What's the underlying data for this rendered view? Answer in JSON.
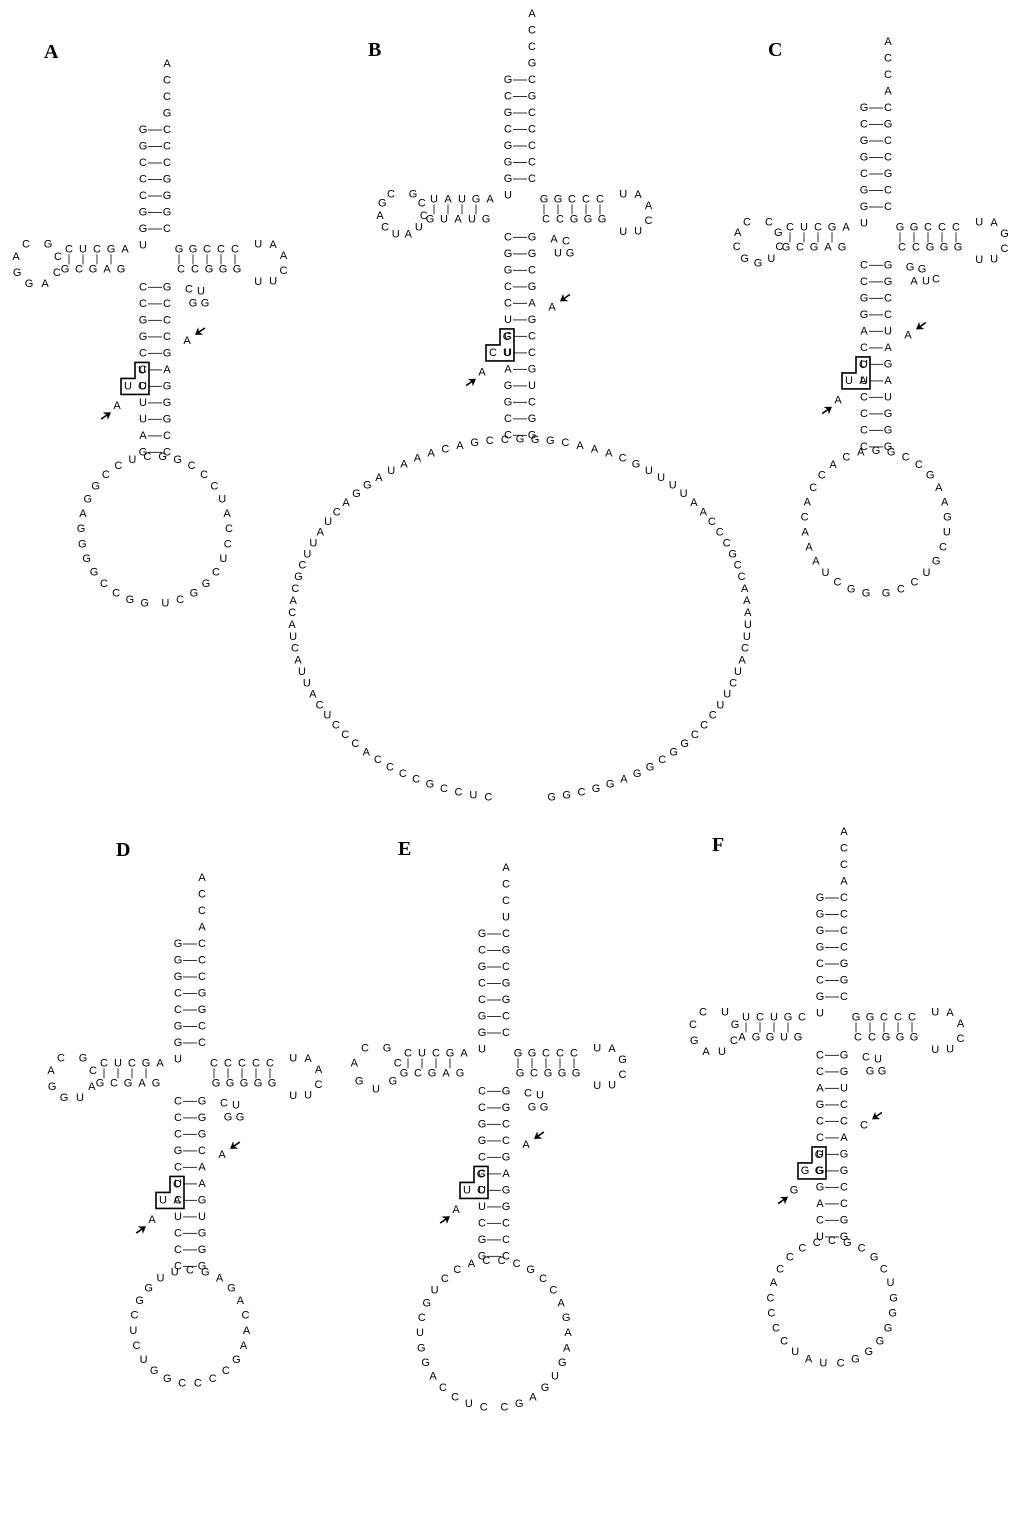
{
  "panels": [
    {
      "id": "A",
      "label": "A",
      "accept": [
        "A",
        "C",
        "C",
        "G"
      ],
      "stem5": [
        "G",
        "G",
        "C",
        "C",
        "C",
        "G",
        "G"
      ],
      "stem3": [
        "C",
        "C",
        "C",
        "G",
        "G",
        "G",
        "C"
      ],
      "disc": "U",
      "darm5": [
        "A",
        "G",
        "C",
        "U",
        "C"
      ],
      "darm3": [
        "G",
        "C",
        "G",
        "A",
        "G"
      ],
      "dloop": [
        "C",
        "A",
        "G",
        "G",
        "A",
        "C",
        "C",
        "G"
      ],
      "tarm5": [
        "G",
        "G",
        "C",
        "C",
        "C"
      ],
      "tarm3": [
        "G",
        "G",
        "G",
        "C",
        "C"
      ],
      "tloop": [
        "U",
        "A",
        "A",
        "C",
        "U",
        "U"
      ],
      "varloop": [
        "C",
        "U",
        "G",
        "G"
      ],
      "acstem5": [
        "C",
        "C",
        "G",
        "G",
        "C",
        "C",
        "U",
        "U",
        "U",
        "A",
        "G"
      ],
      "acstem3": [
        "G",
        "C",
        "C",
        "C",
        "G",
        "A",
        "G",
        "G",
        "G",
        "C",
        "C"
      ],
      "acloop": [
        "G",
        "G",
        "C",
        "C",
        "G",
        "G",
        "G",
        "G",
        "A",
        "G",
        "G",
        "C",
        "C",
        "U",
        "C",
        "G",
        "G",
        "C",
        "C",
        "C",
        "U",
        "A",
        "C",
        "C",
        "U",
        "C",
        "G",
        "G",
        "C",
        "U"
      ],
      "box": [
        "U",
        "U",
        "C"
      ],
      "arrows": [
        "A",
        "A"
      ]
    },
    {
      "id": "B",
      "label": "B",
      "accept": [
        "A",
        "C",
        "C",
        "G"
      ],
      "stem5": [
        "G",
        "C",
        "G",
        "C",
        "G",
        "G",
        "G"
      ],
      "stem3": [
        "C",
        "G",
        "C",
        "C",
        "C",
        "C",
        "C"
      ],
      "disc": "U",
      "darm5": [
        "A",
        "G",
        "U",
        "A",
        "U"
      ],
      "darm3": [
        "G",
        "U",
        "A",
        "U",
        "G"
      ],
      "dloop": [
        "C",
        "G",
        "A",
        "C",
        "U",
        "A",
        "U",
        "C",
        "C",
        "G"
      ],
      "tarm5": [
        "G",
        "G",
        "C",
        "C",
        "C"
      ],
      "tarm3": [
        "G",
        "G",
        "G",
        "C",
        "C"
      ],
      "tloop": [
        "U",
        "A",
        "A",
        "C",
        "U",
        "U"
      ],
      "varloop": [
        "A",
        "C",
        "U",
        "G"
      ],
      "acstem5": [
        "C",
        "G",
        "G",
        "C",
        "C",
        "U",
        "C",
        "U",
        "A",
        "G",
        "G",
        "C",
        "C"
      ],
      "acstem3": [
        "G",
        "G",
        "C",
        "G",
        "A",
        "G",
        "C",
        "C",
        "G",
        "U",
        "C",
        "G",
        "G"
      ],
      "acloop": [
        "C",
        "U",
        "C",
        "C",
        "G",
        "C",
        "C",
        "C",
        "C",
        "A",
        "C",
        "C",
        "C",
        "U",
        "C",
        "A",
        "U",
        "U",
        "A",
        "C",
        "U",
        "A",
        "C",
        "A",
        "C",
        "G",
        "C",
        "U",
        "U",
        "A",
        "U",
        "C",
        "A",
        "G",
        "G",
        "A",
        "U",
        "A",
        "A",
        "A",
        "C",
        "A",
        "G",
        "C",
        "C",
        "G",
        "G",
        "G",
        "C",
        "A",
        "A",
        "A",
        "C",
        "G",
        "U",
        "U",
        "U",
        "U",
        "A",
        "A",
        "C",
        "C",
        "C",
        "G",
        "C",
        "C",
        "A",
        "A",
        "A",
        "U",
        "U",
        "C",
        "A",
        "U",
        "C",
        "U",
        "U",
        "C",
        "C",
        "C",
        "G",
        "G",
        "C",
        "G",
        "G",
        "A",
        "G",
        "G",
        "C",
        "G",
        "G"
      ],
      "box": [
        "G",
        "C",
        "U"
      ],
      "arrows": [
        "A",
        "A"
      ]
    },
    {
      "id": "C",
      "label": "C",
      "accept": [
        "A",
        "C",
        "C",
        "A"
      ],
      "stem5": [
        "G",
        "C",
        "G",
        "G",
        "C",
        "G",
        "G"
      ],
      "stem3": [
        "C",
        "G",
        "C",
        "C",
        "G",
        "C",
        "C"
      ],
      "disc": "U",
      "darm5": [
        "A",
        "G",
        "C",
        "U",
        "C"
      ],
      "darm3": [
        "G",
        "C",
        "G",
        "A",
        "G"
      ],
      "dloop": [
        "C",
        "A",
        "C",
        "G",
        "G",
        "U",
        "C",
        "G",
        "C"
      ],
      "tarm5": [
        "G",
        "G",
        "C",
        "C",
        "C"
      ],
      "tarm3": [
        "G",
        "G",
        "G",
        "C",
        "C"
      ],
      "tloop": [
        "U",
        "A",
        "G",
        "C",
        "U",
        "U"
      ],
      "varloop": [
        "G",
        "G",
        "A",
        "U",
        "C"
      ],
      "acstem5": [
        "C",
        "C",
        "G",
        "G",
        "A",
        "C",
        "U",
        "U",
        "C",
        "C",
        "C",
        "C"
      ],
      "acstem3": [
        "G",
        "G",
        "C",
        "C",
        "U",
        "A",
        "G",
        "A",
        "U",
        "G",
        "G",
        "G"
      ],
      "acloop": [
        "G",
        "G",
        "C",
        "U",
        "A",
        "A",
        "A",
        "C",
        "A",
        "C",
        "C",
        "A",
        "C",
        "A",
        "G",
        "G",
        "C",
        "C",
        "G",
        "A",
        "A",
        "G",
        "U",
        "C",
        "G",
        "U",
        "C",
        "C",
        "G"
      ],
      "box": [
        "C",
        "U",
        "A"
      ],
      "arrows": [
        "A",
        "A"
      ]
    },
    {
      "id": "D",
      "label": "D",
      "accept": [
        "A",
        "C",
        "C",
        "A"
      ],
      "stem5": [
        "G",
        "G",
        "G",
        "C",
        "C",
        "G",
        "G"
      ],
      "stem3": [
        "C",
        "C",
        "C",
        "G",
        "G",
        "C",
        "C"
      ],
      "disc": "U",
      "darm5": [
        "A",
        "G",
        "C",
        "U",
        "C"
      ],
      "darm3": [
        "G",
        "C",
        "G",
        "A",
        "G"
      ],
      "dloop": [
        "C",
        "A",
        "G",
        "G",
        "U",
        "A",
        "C",
        "G"
      ],
      "tarm5": [
        "C",
        "C",
        "C",
        "C",
        "C"
      ],
      "tarm3": [
        "G",
        "G",
        "G",
        "G",
        "G"
      ],
      "tloop": [
        "U",
        "A",
        "A",
        "C",
        "U",
        "U"
      ],
      "varloop": [
        "C",
        "U",
        "G",
        "G"
      ],
      "acstem5": [
        "C",
        "C",
        "C",
        "G",
        "C",
        "U",
        "C",
        "U",
        "C",
        "C",
        "C"
      ],
      "acstem3": [
        "G",
        "G",
        "G",
        "C",
        "A",
        "A",
        "G",
        "U",
        "G",
        "G",
        "G"
      ],
      "acloop": [
        "C",
        "G",
        "G",
        "U",
        "C",
        "U",
        "C",
        "G",
        "G",
        "U",
        "U",
        "C",
        "G",
        "A",
        "G",
        "A",
        "C",
        "A",
        "A",
        "G",
        "C",
        "C",
        "C"
      ],
      "box": [
        "C",
        "U",
        "A"
      ],
      "arrows": [
        "A",
        "A"
      ]
    },
    {
      "id": "E",
      "label": "E",
      "accept": [
        "A",
        "C",
        "C",
        "U"
      ],
      "stem5": [
        "G",
        "C",
        "G",
        "C",
        "C",
        "G",
        "G"
      ],
      "stem3": [
        "C",
        "G",
        "C",
        "G",
        "G",
        "C",
        "C"
      ],
      "disc": "U",
      "darm5": [
        "A",
        "G",
        "C",
        "U",
        "C"
      ],
      "darm3": [
        "G",
        "C",
        "G",
        "A",
        "G"
      ],
      "dloop": [
        "C",
        "A",
        "G",
        "U",
        "G",
        "C",
        "G"
      ],
      "tarm5": [
        "G",
        "G",
        "C",
        "C",
        "C"
      ],
      "tarm3": [
        "G",
        "G",
        "G",
        "C",
        "G"
      ],
      "tloop": [
        "U",
        "A",
        "G",
        "C",
        "U",
        "U"
      ],
      "varloop": [
        "C",
        "U",
        "G",
        "G"
      ],
      "acstem5": [
        "C",
        "C",
        "G",
        "G",
        "C",
        "C",
        "U",
        "U",
        "C",
        "G",
        "G"
      ],
      "acstem3": [
        "G",
        "G",
        "C",
        "C",
        "G",
        "A",
        "G",
        "G",
        "C",
        "C",
        "C"
      ],
      "acloop": [
        "C",
        "U",
        "C",
        "C",
        "A",
        "G",
        "G",
        "U",
        "C",
        "G",
        "U",
        "C",
        "C",
        "A",
        "C",
        "C",
        "C",
        "G",
        "C",
        "C",
        "A",
        "G",
        "A",
        "A",
        "G",
        "U",
        "G",
        "A",
        "G",
        "C"
      ],
      "box": [
        "G",
        "U",
        "C"
      ],
      "arrows": [
        "A",
        "A"
      ]
    },
    {
      "id": "F",
      "label": "F",
      "accept": [
        "A",
        "C",
        "C",
        "A"
      ],
      "stem5": [
        "G",
        "G",
        "G",
        "G",
        "C",
        "C",
        "G"
      ],
      "stem3": [
        "C",
        "C",
        "C",
        "C",
        "G",
        "G",
        "C"
      ],
      "disc": "U",
      "darm5": [
        "C",
        "G",
        "U",
        "C",
        "U"
      ],
      "darm3": [
        "A",
        "G",
        "G",
        "U",
        "G"
      ],
      "dloop": [
        "C",
        "C",
        "G",
        "A",
        "U",
        "C",
        "G",
        "U"
      ],
      "tarm5": [
        "G",
        "G",
        "C",
        "C",
        "C"
      ],
      "tarm3": [
        "G",
        "G",
        "G",
        "C",
        "C"
      ],
      "tloop": [
        "U",
        "A",
        "A",
        "C",
        "U",
        "U"
      ],
      "varloop": [
        "C",
        "U",
        "G",
        "G"
      ],
      "acstem5": [
        "C",
        "C",
        "A",
        "G",
        "C",
        "C",
        "U",
        "G",
        "G",
        "A",
        "C",
        "U"
      ],
      "acstem3": [
        "G",
        "G",
        "U",
        "C",
        "C",
        "A",
        "G",
        "G",
        "C",
        "C",
        "G",
        "G"
      ],
      "acloop": [
        "U",
        "A",
        "U",
        "C",
        "C",
        "C",
        "C",
        "A",
        "C",
        "C",
        "C",
        "C",
        "C",
        "G",
        "C",
        "G",
        "C",
        "U",
        "G",
        "G",
        "G",
        "G",
        "G",
        "G",
        "C"
      ],
      "box": [
        "G",
        "G",
        "G"
      ],
      "arrows": [
        "G",
        "C"
      ]
    }
  ]
}
